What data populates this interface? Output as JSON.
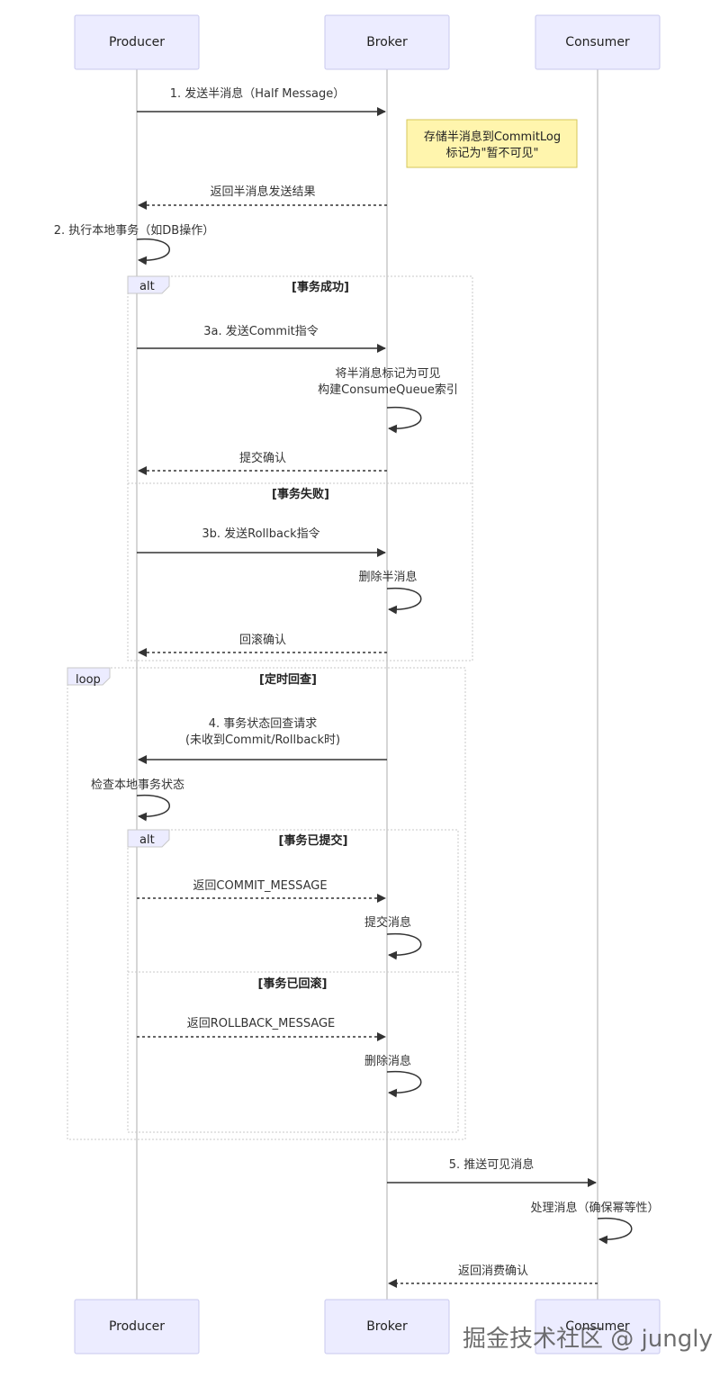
{
  "actors": [
    {
      "id": "producer",
      "label": "Producer"
    },
    {
      "id": "broker",
      "label": "Broker"
    },
    {
      "id": "consumer",
      "label": "Consumer"
    }
  ],
  "note": {
    "line1": "存储半消息到CommitLog",
    "line2": "标记为\"暂不可见\""
  },
  "messages": {
    "m1": "1. 发送半消息（Half Message）",
    "m2": "返回半消息发送结果",
    "m3": "2. 执行本地事务（如DB操作）",
    "m4": "3a. 发送Commit指令",
    "m5_line1": "将半消息标记为可见",
    "m5_line2": "构建ConsumeQueue索引",
    "m6": "提交确认",
    "m7": "3b. 发送Rollback指令",
    "m8": "删除半消息",
    "m9": "回滚确认",
    "m10_line1": "4. 事务状态回查请求",
    "m10_line2": "(未收到Commit/Rollback时)",
    "m11": "检查本地事务状态",
    "m12": "返回COMMIT_MESSAGE",
    "m13": "提交消息",
    "m14": "返回ROLLBACK_MESSAGE",
    "m15": "删除消息",
    "m16": "5. 推送可见消息",
    "m17": "处理消息（确保幂等性）",
    "m18": "返回消费确认"
  },
  "frames": {
    "alt1": {
      "tag": "alt",
      "cond1": "[事务成功]",
      "cond2": "[事务失败]"
    },
    "loop": {
      "tag": "loop",
      "cond": "[定时回查]"
    },
    "alt2": {
      "tag": "alt",
      "cond1": "[事务已提交]",
      "cond2": "[事务已回滚]"
    }
  },
  "watermark": "掘金技术社区 @ jungly"
}
